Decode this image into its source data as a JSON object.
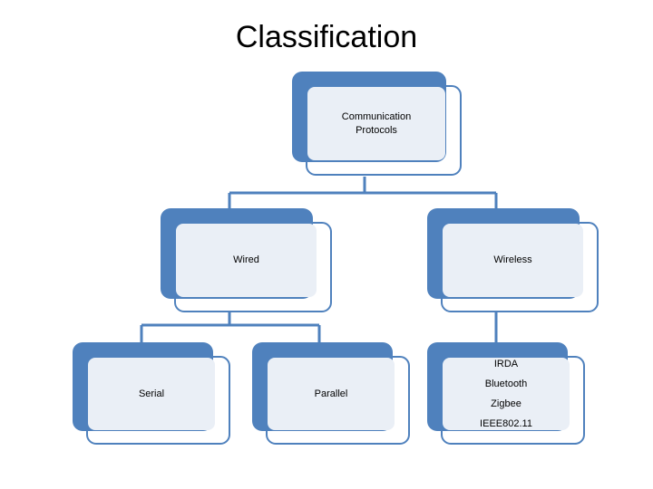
{
  "slide": {
    "title": "Classification",
    "background_color": "#FFFFFF"
  },
  "theme": {
    "node_accent_color": "#4F81BD",
    "node_fill_color": "#EAEFF6",
    "connector_color": "#4F81BD",
    "text_color": "#000000"
  },
  "diagram": {
    "type": "hierarchy",
    "nodes": {
      "root": {
        "id": "communication-protocols",
        "lines": [
          "Communication",
          "Protocols"
        ]
      },
      "wired": {
        "id": "wired",
        "lines": [
          "Wired"
        ]
      },
      "wireless": {
        "id": "wireless",
        "lines": [
          "Wireless"
        ]
      },
      "serial": {
        "id": "serial",
        "lines": [
          "Serial"
        ]
      },
      "parallel": {
        "id": "parallel",
        "lines": [
          "Parallel"
        ]
      },
      "wireless_protocols": {
        "id": "wireless-protocols",
        "lines": [
          "IRDA",
          "Bluetooth",
          "Zigbee",
          "IEEE802.11"
        ]
      }
    },
    "edges": [
      {
        "from": "communication-protocols",
        "to": "wired"
      },
      {
        "from": "communication-protocols",
        "to": "wireless"
      },
      {
        "from": "wired",
        "to": "serial"
      },
      {
        "from": "wired",
        "to": "parallel"
      },
      {
        "from": "wireless",
        "to": "wireless-protocols"
      }
    ]
  }
}
